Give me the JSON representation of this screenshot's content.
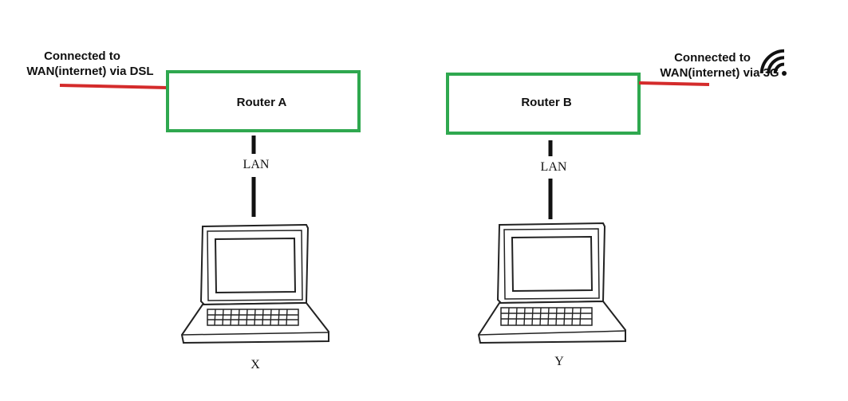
{
  "colors": {
    "router_border": "#2fa84f",
    "wan_line": "#d42b2b",
    "lan_line": "#111111",
    "laptop_stroke": "#222222",
    "background": "#ffffff"
  },
  "router_a": {
    "label": "Router A",
    "wan_text_line1": "Connected to",
    "wan_text_line2": "WAN(internet) via DSL",
    "lan_label": "LAN",
    "laptop_label": "X"
  },
  "router_b": {
    "label": "Router B",
    "wan_text_line1": "Connected to",
    "wan_text_line2": "WAN(internet) via 3G",
    "lan_label": "LAN",
    "laptop_label": "Y",
    "wireless_icon": "wifi-signal-icon"
  }
}
